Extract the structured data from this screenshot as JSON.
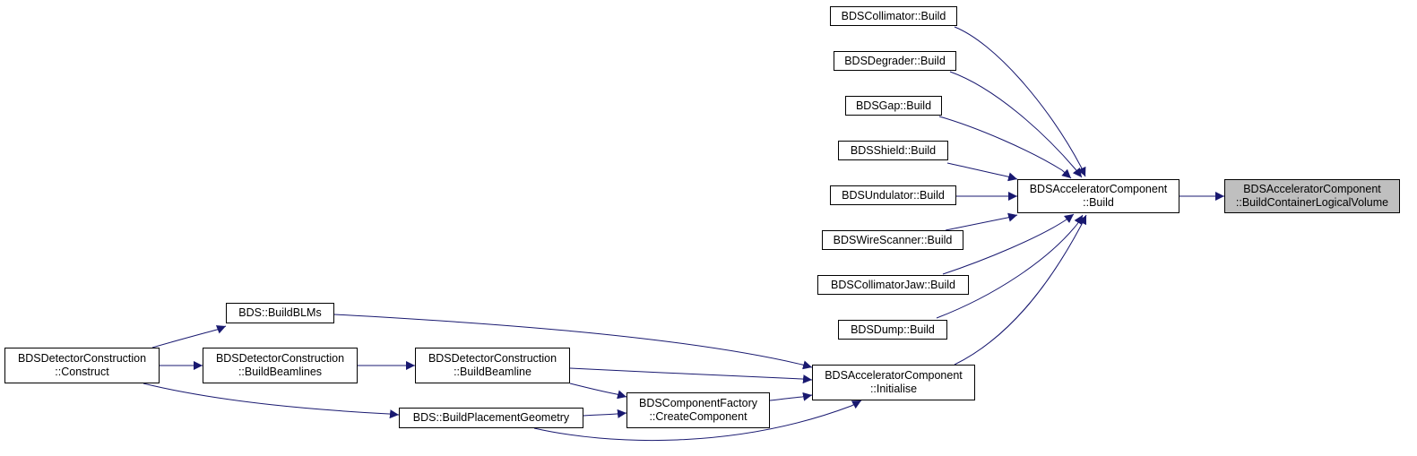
{
  "graph": {
    "edge_color": "#191970",
    "highlight_fill": "#bfbfbf",
    "nodes": [
      {
        "id": "buildContainer",
        "lines": [
          "BDSAcceleratorComponent",
          "::BuildContainerLogicalVolume"
        ],
        "highlighted": true
      },
      {
        "id": "accBuild",
        "lines": [
          "BDSAcceleratorComponent",
          "::Build"
        ]
      },
      {
        "id": "collimator",
        "lines": [
          "BDSCollimator::Build"
        ]
      },
      {
        "id": "degrader",
        "lines": [
          "BDSDegrader::Build"
        ]
      },
      {
        "id": "gap",
        "lines": [
          "BDSGap::Build"
        ]
      },
      {
        "id": "shield",
        "lines": [
          "BDSShield::Build"
        ]
      },
      {
        "id": "undulator",
        "lines": [
          "BDSUndulator::Build"
        ]
      },
      {
        "id": "wireScanner",
        "lines": [
          "BDSWireScanner::Build"
        ]
      },
      {
        "id": "collimatorJaw",
        "lines": [
          "BDSCollimatorJaw::Build"
        ]
      },
      {
        "id": "dump",
        "lines": [
          "BDSDump::Build"
        ]
      },
      {
        "id": "initialise",
        "lines": [
          "BDSAcceleratorComponent",
          "::Initialise"
        ]
      },
      {
        "id": "buildBLMs",
        "lines": [
          "BDS::BuildBLMs"
        ]
      },
      {
        "id": "construct",
        "lines": [
          "BDSDetectorConstruction",
          "::Construct"
        ]
      },
      {
        "id": "buildBeamlines",
        "lines": [
          "BDSDetectorConstruction",
          "::BuildBeamlines"
        ]
      },
      {
        "id": "buildBeamline",
        "lines": [
          "BDSDetectorConstruction",
          "::BuildBeamline"
        ]
      },
      {
        "id": "createComponent",
        "lines": [
          "BDSComponentFactory",
          "::CreateComponent"
        ]
      },
      {
        "id": "placementGeometry",
        "lines": [
          "BDS::BuildPlacementGeometry"
        ]
      }
    ],
    "edges": [
      {
        "from": "accBuild",
        "to": "buildContainer"
      },
      {
        "from": "collimator",
        "to": "accBuild"
      },
      {
        "from": "degrader",
        "to": "accBuild"
      },
      {
        "from": "gap",
        "to": "accBuild"
      },
      {
        "from": "shield",
        "to": "accBuild"
      },
      {
        "from": "undulator",
        "to": "accBuild"
      },
      {
        "from": "wireScanner",
        "to": "accBuild"
      },
      {
        "from": "collimatorJaw",
        "to": "accBuild"
      },
      {
        "from": "dump",
        "to": "accBuild"
      },
      {
        "from": "initialise",
        "to": "accBuild"
      },
      {
        "from": "buildBLMs",
        "to": "initialise"
      },
      {
        "from": "buildBeamline",
        "to": "initialise"
      },
      {
        "from": "createComponent",
        "to": "initialise"
      },
      {
        "from": "placementGeometry",
        "to": "initialise"
      },
      {
        "from": "construct",
        "to": "buildBLMs"
      },
      {
        "from": "construct",
        "to": "buildBeamlines"
      },
      {
        "from": "construct",
        "to": "placementGeometry"
      },
      {
        "from": "buildBeamlines",
        "to": "buildBeamline"
      },
      {
        "from": "buildBeamline",
        "to": "createComponent"
      },
      {
        "from": "placementGeometry",
        "to": "createComponent"
      }
    ]
  }
}
